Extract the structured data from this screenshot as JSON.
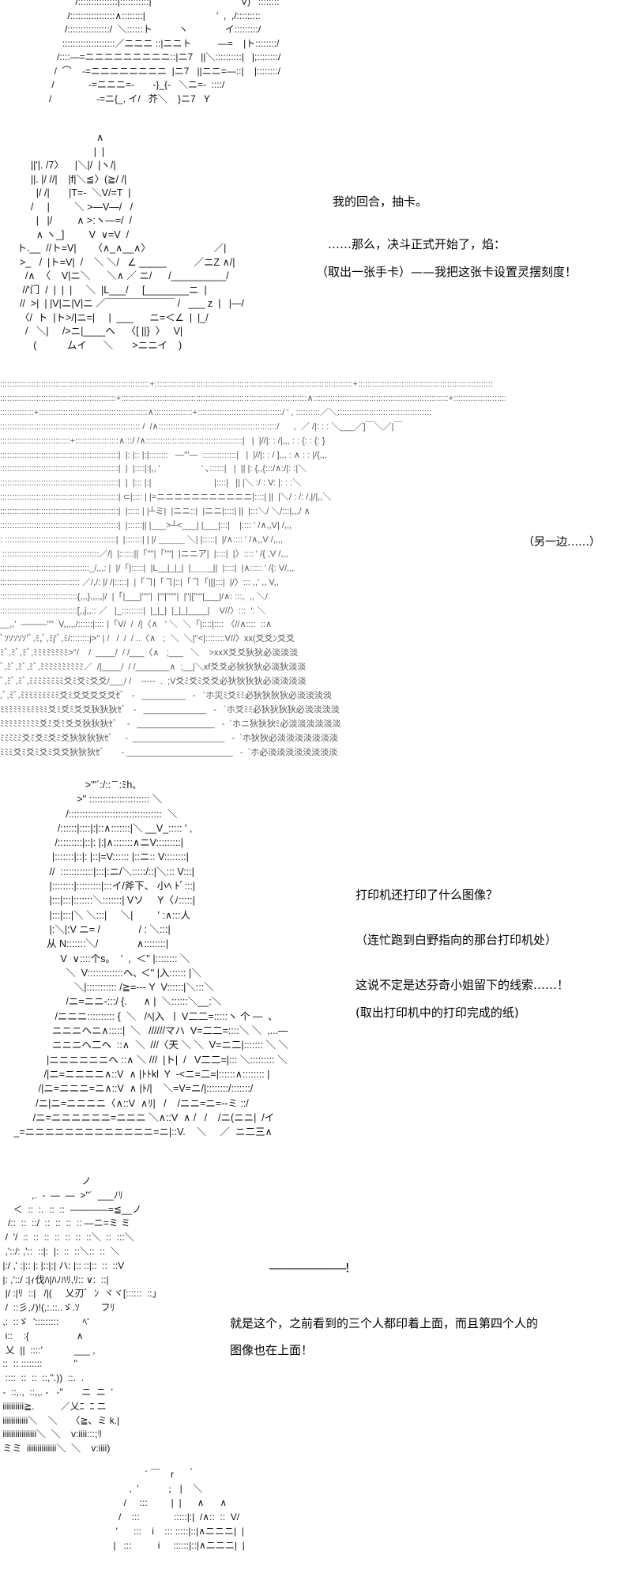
{
  "art": {
    "block1": [
      "          /:::::::::::::::|:::::::::::|                                  V)   ::::::::",
      "       /:::::::::::::::::∧::::::::|                           ′  ,  ,/:::::::::",
      "      /::::::::::::::::/  ＼::::::ト          ヽ              イ:::::::::/",
      "     ::::::::::::::::::::／ニニニ ::|ニニト          ―=    |ト::::::::/",
      "   /::::―=ニニニニニニニニニ::|ニ7   ||＼::::::::::|   |;::::::::/",
      "  /  ⌒    -=ニニニニニニニニ  |ニ7   ||ニニ=―::|    |::::::::/",
      " /             -=ニニニ=-       -}_{-   ＼ニ=-  ::::/",
      "/                 -=ニ{_, イ/   芥＼    }ニ7   Y"
    ],
    "block2": [
      "                              ∧",
      "                             |  |",
      "      ||'|. /7〉    |＼|/  |ヽ/|",
      "      ||. |/ //|    |f|＼≦〉(≧/ /|",
      "        |/ /|       |T=-  ＼V/=T  |",
      "      /     |         ＼ >―V―/   /",
      "        |   |/         ∧ >:ヽ―=/  /",
      "        ∧ ヽ_]         V  ∨=V  /",
      " ト.__  //ト=V|      〈∧_∧__∧〉                       ／|",
      "  >_   /  |ト=V|  /    ＼ ＼/   ∠ _____          ／ニZ ∧/|",
      "    /∧  〈    V|ニ＼      ＼∧ ／ ニ/      /__________/",
      "   //'门  /  |  |  |     ＼  |L___/     [________ニ  |",
      "  //  >|  | |V|ニ|V|ニ ／￣￣￣￣￣￣￣ /   ___ z  |   |―/",
      "  〈/  ト  |ト>/|ニ=|     |  ___      ニ=＜∠  |  |_/",
      "    /   ＼|     />ニ|____ヘ    〈[ ||}  〉   V|",
      "       (           ムイ      ＼       >ニニイ    )"
    ],
    "block3": [
      "::::::::::::::::::::::::::::::::::::::::::::::::::::::::::::::+::::::::::::::::::::::::::::::::::::::::::::::::::::::::::::::::::::::::::::::::::+::::::::::::::::::::::::::::::::::::::::::::::::::::::::",
      "::::::::::::::::::::::::::::::::::::::::::::::::+:::::::::::::::::::::::::::::::::::::::::::::::::::::::::::::::::::::::::::::∧::::::::::::::::::::::::::::::::::::::::::::::::::::::::+:::::::::::::::::::::::",
      "::::::::::::::+:::::::::::::::::::::::::::::::::::::::::::::∧::::::::::::::::+:::::::::::::::::::::::::::::::::::/ ' , ::::::::::／＼:::::::::::::::::::::::::::::::::::::::",
      ":::::::::::::::::::::::::::::::::::::::::::::::::::::::::: /  /∧:::::::::::::::::::::::::::::::::::::::::::::::::/      ,  ／ /|: : : ＼___／]￣＼／|￣",
      ":::::::::::::::::::::::::::::+::::::::::::::::::∧:::/ /∧::::::::::::::::::::::::::::::::::::::::|   |  |//|: : /|,,, : : {: : {: }",
      ":::::::::::::::::::::::::::::::::::::::::::::::::|  |: |:: |:|::::::::   ―'''―  ::::::::::::::|   |  |//|: : / ],,, : ∧ : : |/{,,,",
      ":::::::::::::::::::::::::::::::::::::::::::::::::|  |  |::::|:|,, '                 ' ､::::::|   |  || |: {,,{:::/∧:/|: :|＼",
      ":::::::::::::::::::::::::::::::::::::::::::::::::|  |  |::: |:|                          |::::|   || |＼ :/ : V: |: : :＼",
      ":::::::::::::::::::::::::::::::::::::::::::::::::| ⊂|:::: | |=ニニニニニニニニニニニ|::::| ||  |＼/ : /: /,|/|,,＼",
      ":::::::::::::::::::::::::::::::::::::::::::::::::|  |::::: | |┴ミ|  |ニニ::|  |ニニ|::::| ||  |:::＼/ ＼/:::|,,,/ ∧",
      ":::::::::::::::::::::::::::::::::::::::::::::::::|  |::::::|| |___>┴<___| |___|:::|    |:::: ' /∧,,V| /,,,",
      ": ::::::::::::::::::::::::::::::::::::::::::::::|  |:::::::| | |/ ＿＿＿ ＼| |:::::|  |/∧:::: ' /∧,,V /,,,,",
      " ::::::::::::::::::::::::::::::::::::::::／/|  |::::::||「''''|「''''|  |ニニア|  |::::|  |〉:::: ' /{ ,V /,,,",
      ":::::::::::::::::::::::::::::::::::::_/,,,: |  |/「|:::::|  |L__|_|_|  |＿＿_||  |::::|  |∧::::: ' /{: V/,,,",
      "::::::::::::::::::::::::::::::::: ／/,/: |/ /|:::::|  |「ヿ|「ヿ|::|「ヿ「|[|:::|  |/〉::: ,,' ,, V,,",
      "::::::::::::::::::::::::::::::::{,,,},,,,,|/  |「|___|'''''|  |'''|''''''|  |''|['''''|___|/∧: :::,  ,, ＼/",
      "::::::::::::::::::::::::::::::::[,,j,,:: ／   |_:::::::::|  |_|_|  |_|_|____|    V//〉:::  ': ＼",
      "__,,'  ―――''''  V,,,,,/::::::|:::: |「V/  /  /|〈∧   ' ＼  ＼「|::::|:::: 〈//∧::::  ::∧",
      "ﾞｿｿｿｿｿ'ﾞ,ﾐ,ﾞ,ﾐj'ﾞ,ﾐ/::::::::j>'' | /   /  /  / ..〈∧   ;  ＼  ＼|''<|::::::::V//〉xx(爻爻ﾝ爻爻",
      "ﾐﾞ,ﾐﾞ,ﾐﾞ,ﾐﾐﾐﾐﾐﾐﾐﾐ>''/    /  ____/  / /___〈∧   ;___   ＼    >xxX爻爻狄狄必淡淡淡",
      "ﾞ,ﾐﾞ,ﾐﾞ,ﾐﾞ,ﾐﾐﾐﾐﾐﾐﾐﾐﾐﾐ／  /|____/  / /_______∧  ;__|＼xf爻爻必狄狄狄必淡狄淡淡",
      "ﾞ,ﾐﾞ,ﾐﾞ,ﾐﾐﾐﾐﾐﾐﾐﾐ爻ﾐ爻ﾐ爻爻/___/ /    -----  .  ;V爻ﾐ爻ﾐ爻爻必狄狄狄狄必淡淡淡淡",
      ",ﾞ,ﾐﾞ,ﾐﾐﾐﾐﾐﾐﾐﾐﾐ爻ﾐ爻爻爻爻爻ｾﾞ   -   _________   -   ´ホ災ﾐ爻ﾐﾐ必狄狄狄狄必淡淡淡淡",
      "ﾐﾐﾐﾐﾐﾐﾐﾐﾐﾐﾐ爻ﾐ爻ﾐ爻爻狄狄狄ｾﾞ   -   _____________   -   ´ホ爻ﾐﾐ必狄狄狄狄必淡淡淡淡",
      "ﾐﾐﾐﾐﾐﾐﾐﾐﾐ爻ﾐ爻ﾐ爻爻狄狄狄ｾﾞ    -   ________________   -  ´ホニ狄狄狄ﾐ必淡淡淡淡淡淡",
      "ﾐﾐﾐﾐﾐ爻ﾐ爻ﾐ爻ﾐ爻狄狄狄狄ｾﾞ     -  ___________________   -  ´ホ狄狄必淡淡淡淡淡淡淡",
      "ﾐﾐﾐ爻ﾐ爻ﾐ爻ﾐ爻爻狄狄狄ｾﾞ       - ______________________   -  ´ホ必淡淡淡淡淡淡淡淡"
    ],
    "block4": [
      "                               >'''´:/:: ̄ ̄ :ﾐh、",
      "                            >'' :::::::::::::::::::::: ＼",
      "                        /::::::::::::::::::::::::::::::::::  ＼",
      "                     /::::::|::::|:|::∧:::::::|＼ __V_::::: ' ,",
      "                    /:::::::::|::|: |:|∧:::::::∧ニV:::::::::|",
      "                   |:::::::|::|: |::|=V:::::: |::ニ:: V::::::::|",
      "                  //  ::::::::::::|:::|:ニ/＼:::::/::|＼::: V:::|",
      "                  |::::::::|:::::::::|:::イ/斧下、 小ﾍ ﾄﾞ:::|",
      "                  |:::|:::|:::::::＼:::::::| Vソ     Y〈ﾉ:::::|",
      "                  |:::|:::|＼ ＼:::|     ＼|         ′ :∧:::人",
      "                  |:＼|:V ニ= /              / : ＼:::|",
      "                 从 N:::::::＼/              ∧::::::::|",
      "                      V  ∨::::个s。  '  ,  ＜'' |:::::::: ＼",
      "                        ＼  V:::::::::::::ヘ､ ＜'' |入:::::: |＼",
      "                           ＼|::::::::::: /≧=--- Y  V::::::|＼:::＼",
      "                        /ニ=ニニ-:::/ {.      ∧ |  ＼::::::＼__:＼",
      "                    /ニニニ:::::::::: {  ＼   /ﾍ|入  ㅣ V二二=:::::ヽ 个 ―  ､",
      "                   ニニニヘニ∧:::::|  ＼   //////マハ  V=二二=::::＼ ＼  ,...―",
      "                   ニニニヘ二ヘ  ::∧  ＼  ///〈天 ＼ ＼  V=ニ二|::::::: ＼ ＼",
      "                 |ニニニニニニヘ ::∧ ＼ ///  |ト|  /   V二二=|::: ＼::::::::: ＼",
      "                /|ニ=ニニニニ∧::V  ∧ |ﾄﾄkl  Y  -<ニ=二=|::::::∧:::::::: |",
      "              /|ニ=ニニニ=ニ∧::V  ∧ |ﾄ/|    ＼=V=ニ/|::::::::/:::::::/",
      "             /ニ|ニ=ニニニニ〈∧::V  ∧ﾘ|   /    /ニニ=ニ=--ミ ::/",
      "            /ニ=ニニニニニニ=ニニニ ＼∧::V  ∧ /   /    /ニ(ニニ|  /イ",
      "     _=ニニニニニニニニニニニニニ=ニ|::V.    ＼     ／  ニ二三∧"
    ],
    "block5": [
      "                               ノ",
      "            ,.  -  ―  ―  >''´  ___ﾉﾘ",
      "     ＜  ::  :.  ::  ::  ――――=≦__ノ",
      "   /::  ::  ::/  ::  ::  ::  :: ―ニ=ミ ミ",
      "  /  '/  ::  ::  ::  ::  ::  ::  ::＼  ::  :::＼",
      "  ,'::/: ,'::  ::|:  |:  ::  ::＼::  ::  ＼",
      " |:/ ,' :|:: |: |::|:| ハ: |:: ::|::  ::  ::V",
      " |: ,'::/ :|ｨ伐ﾊ|ﾊﾉﾊﾘ,ﾘ:: ∨:  ::|",
      "  |/ :|ﾘ  ::|   /|(     乂刃ﾞ  ﾝ  ヾヾ[::::::  ::」",
      "  /  ::彡,ﾉ)!(,:.::..ゞ.ｿ        フﾘ",
      " ,:  ::ゞ  ':::::::::         ﾍ'",
      "  i::    :{                  ∧",
      "  乂  ||  ::::'            ___ ,",
      " ::  :: ::::::::            ''",
      "  ::::  ::  ::  ::,''.))  ::.  .",
      " -  ::,.,  ::,,. -   -''       ニ  ニ  '",
      " iiiiiiiiii≧.          ／乂ﾆ  ﾆ ニ",
      " iiiiiiiiiiii＼    ＼     〈≧、ミ k.|",
      " iiiiiiiiiiiiiiii＼  ＼    v:iiii:::;ﾘ",
      " ミミ  iiiiiiiiiiiiii＼  ＼    v:iiii)"
    ],
    "block6": [
      "                ´ ￣    r     ｀",
      "          ,  '          ﹔  |    ＼",
      "        /     :::         |  |      ∧      ∧",
      "      /    :::             :::::|:|  /∧::  ::  V/",
      "     '      :::    i    ::: :::::|::|∧ニニニ|  |",
      "    |   :::          i     ::::::|::|∧ニニニ|  |"
    ]
  },
  "dialogue": {
    "line1": "我的回合，抽卡。",
    "line2": "……那么，决斗正式开始了，焰：",
    "line3": "（取出一张手卡）——我把这张卡设置灵摆刻度！",
    "line4": "（另一边……）",
    "line5": "打印机还打印了什么图像？",
    "line6": "（连忙跑到白野指向的那台打印机处）",
    "line7": "这说不定是达芬奇小姐留下的线索……！",
    "line8": "(取出打印机中的打印完成的纸)",
    "line9": "————————！",
    "line10": "就是这个，之前看到的三个人都印着上面，而且第四个人的",
    "line11": "图像也在上面！"
  }
}
